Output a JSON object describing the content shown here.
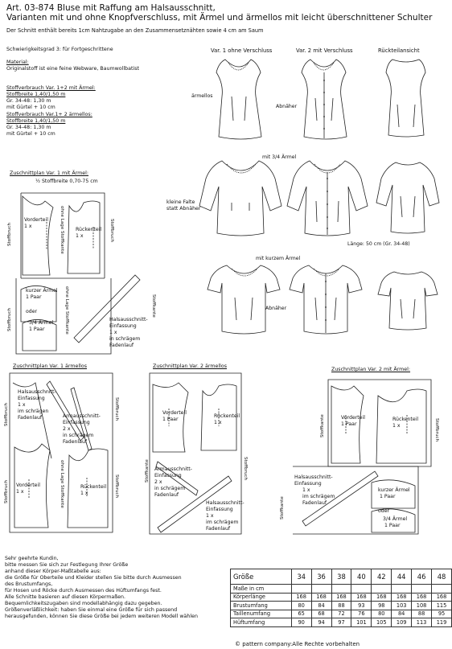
{
  "header": {
    "title_line1": "Art. 03-874 Bluse mit Raffung am Halsausschnitt,",
    "title_line2": "Varianten mit und ohne Knopfverschluss, mit  Ärmel und ärmellos mit leicht überschnittener Schulter",
    "note": "Der Schnitt enthält bereits 1cm Nahtzugabe an den Zusammensetznähten sowie 4 cm am Saum"
  },
  "info": {
    "difficulty": "Schwierigkeitsgrad 3: für Fortgeschrittene",
    "material_label": "Material:",
    "material_text": "Originalstoff ist eine feine Webware, Baumwollbatist",
    "consumption1_label": "Stoffverbrauch Var. 1+2 mit Ärmel:",
    "consumption1_width": "Stoffbreite 1,40/1,50 m",
    "consumption1_size": "Gr. 34-48: 1,30 m",
    "consumption1_belt": "mit Gürtel + 10 cm",
    "consumption2_label": "Stoffverbrauch Var.1+ 2 ärmellos:",
    "consumption2_width": "Stoffbreite 1,40/1,50 m",
    "consumption2_size": "Gr. 34-48: 1,30 m",
    "consumption2_belt": "mit Gürtel + 10 cm"
  },
  "variants": {
    "var1": "Var. 1 ohne Verschluss",
    "var2": "Var. 2 mit Verschluss",
    "back": "Rückteilansicht",
    "armellos": "ärmellos",
    "abnaher1": "Abnäher",
    "arm34": "mit 3/4 Ärmel",
    "falte_line1": "kleine Falte",
    "falte_line2": "statt Abnäher",
    "length": "Länge: 50 cm (Gr. 34-48)",
    "kurzer": "mit kurzem Ärmel",
    "abnaher2": "Abnäher"
  },
  "plan1": {
    "title": "Zuschnittplan Var. 1 mit Ärmel:",
    "width": "½ Stoffbreite  0,70-75 cm",
    "stoffbruch": "Stoffbruch",
    "vorderteil": "Vorderteil",
    "vorderteil_qty": "1 x",
    "ohne_lage": "ohne Lage Stoffkante",
    "rueckteil": "Rückenteil",
    "rueckteil_qty": "1 x",
    "stoffbruch_r": "Stoffbruch",
    "stoffbruch2": "Stoffbruch",
    "kurzer": "kurzer Ärmel",
    "kurzer_qty": "1 Paar",
    "oder": "oder",
    "arm34": "3/4 Ärmel",
    "arm34_qty": "1 Paar",
    "ohne_lage2": "ohne Lage Stoffkante",
    "stoffkante": "Stoffkante",
    "hals_line1": "Halsausschnitt-",
    "hals_line2": "Einfassung",
    "hals_line3": "1 x",
    "hals_line4": "in schrägem",
    "hals_line5": "Fadenlauf"
  },
  "plan2": {
    "title": "Zuschnittplan Var. 1 ärmellos",
    "hals_line1": "Halsausschnitt-",
    "hals_line2": "Einfassung",
    "hals_line3": "1 x",
    "hals_line4": "im schrägen",
    "hals_line5": "Fadenlauf",
    "arm_line1": "Armausschnitt-",
    "arm_line2": "Einfassung",
    "arm_line3": "2 x",
    "arm_line4": "in schrägem",
    "arm_line5": "Fadenlauf",
    "stoffbruch_l": "Stoffbruch",
    "stoffbruch_r": "Stoffbruch",
    "stoffbruch_l2": "Stoffbruch",
    "vorderteil": "Vorderteil",
    "vorderteil_qty": "1 x",
    "ohne_lage": "ohne Lage Stoffkante",
    "rueckteil": "Rückenteil",
    "rueckteil_qty": "1 x",
    "stoffbruch_r2": "Stoffbruch"
  },
  "plan3": {
    "title": "Zuschnittplan Var. 2 ärmellos",
    "vorderteil": "Vorderteil",
    "vorderteil_qty": "1 Paar",
    "rueckenteil": "Rückenteil",
    "rueckenteil_qty": "1 x",
    "stoffkante": "Stoffkante",
    "stoffbruch": "Stoffbruch",
    "arm_line1": "Armausschnitt-",
    "arm_line2": "Einfassung",
    "arm_line3": "2 x",
    "arm_line4": "in schrägem",
    "arm_line5": "Fadenlauf",
    "hals_line1": "Halsausschnitt-",
    "hals_line2": "Einfassung",
    "hals_line3": "1 x",
    "hals_line4": "im schrägem",
    "hals_line5": "Fadenlauf"
  },
  "plan4": {
    "title": "Zuschnittplan Var. 2 mit Ärmel:",
    "stoffkante": "Stoffkante",
    "vorderteil": "Vorderteil",
    "vorderteil_qty": "1 Paar",
    "rueckteil": "Rückenteil",
    "rueckteil_qty": "1 x",
    "stoffbruch": "Stoffbruch",
    "hals_line1": "Halsausschnitt-",
    "hals_line2": "Einfassung",
    "hals_line3": "1 x",
    "hals_line4": "im schrägem",
    "hals_line5": "Fadenlauf",
    "stoffkante2": "Stoffkante",
    "kurzer": "kurzer Ärmel",
    "kurzer_qty": "1 Paar",
    "oder": "oder",
    "arm34": "3/4 Ärmel",
    "arm34_qty": "1 Paar"
  },
  "customer": [
    "Sehr geehrte Kundin,",
    "bitte messen Sie sich zur Festlegung Ihrer Größe",
    "anhand dieser Körper-Maßtabelle aus:",
    "die Größe für Oberteile und Kleider stellen Sie bitte durch Ausmessen",
    "des Brustumfangs,",
    "für Hosen und Röcke durch Ausmessen des Hüftumfangs fest.",
    "Alle Schnitte basieren auf diesen Körpermaßen.",
    "Bequemlichkeitszugaben sind modellabhängig dazu gegeben.",
    "Größenverläßlichkeit: haben Sie einmal eine Größe für sich passend",
    "herausgefunden, können Sie diese Größe bei jedem weiteren Modell wählen"
  ],
  "size_table": {
    "header_label": "Größe",
    "sizes": [
      "34",
      "36",
      "38",
      "40",
      "42",
      "44",
      "46",
      "48"
    ],
    "unit_label": "Maße in  cm",
    "rows": [
      {
        "label": "Körperlänge",
        "values": [
          "168",
          "168",
          "168",
          "168",
          "168",
          "168",
          "168",
          "168"
        ]
      },
      {
        "label": "Brustumfang",
        "values": [
          "80",
          "84",
          "88",
          "93",
          "98",
          "103",
          "108",
          "115"
        ]
      },
      {
        "label": "Taillenumfang",
        "values": [
          "65",
          "68",
          "72",
          "76",
          "80",
          "84",
          "88",
          "95"
        ]
      },
      {
        "label": "Hüftumfang",
        "values": [
          "90",
          "94",
          "97",
          "101",
          "105",
          "109",
          "113",
          "119"
        ]
      }
    ]
  },
  "footer": {
    "copyright": "© pattern company:Alle Rechte vorbehalten"
  }
}
